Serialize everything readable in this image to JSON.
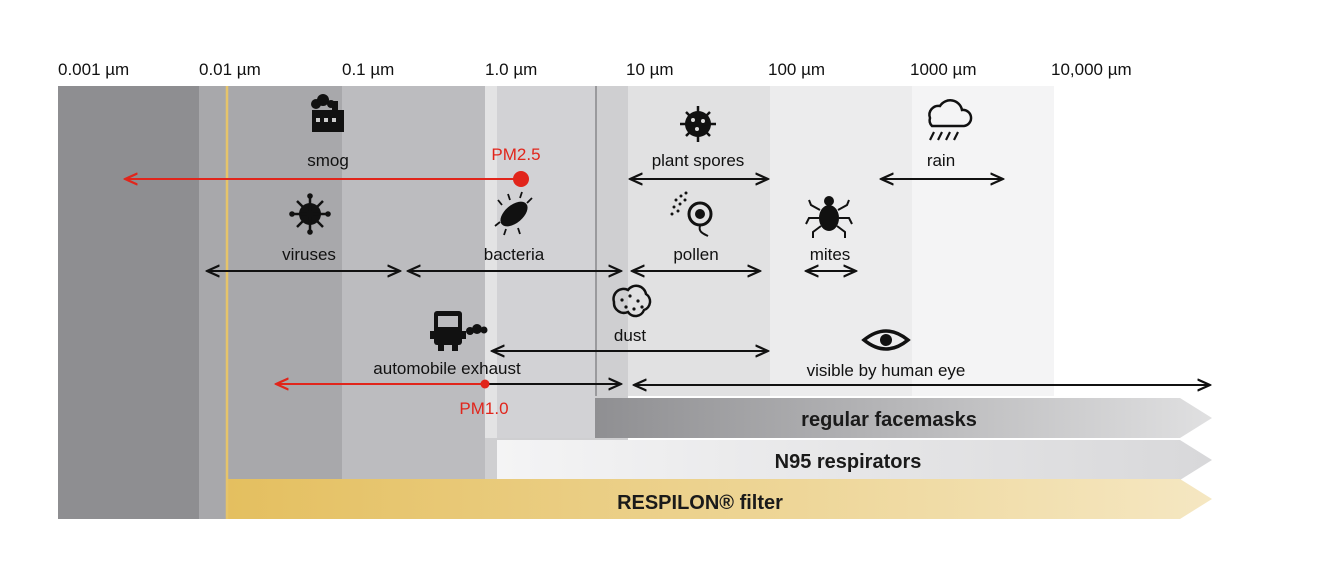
{
  "scale": {
    "ticks": [
      "0.001 µm",
      "0.01 µm",
      "0.1 µm",
      "1.0 µm",
      "10 µm",
      "100 µm",
      "1000 µm",
      "10,000 µm"
    ]
  },
  "particles": {
    "smog": "smog",
    "plant_spores": "plant spores",
    "rain": "rain",
    "viruses": "viruses",
    "bacteria": "bacteria",
    "pollen": "pollen",
    "mites": "mites",
    "dust": "dust",
    "automobile_exhaust": "automobile exhaust",
    "visible_by_human_eye": "visible by human eye"
  },
  "markers": {
    "pm25": "PM2.5",
    "pm10": "PM1.0"
  },
  "filters": {
    "regular_facemasks": "regular facemasks",
    "n95_respirators": "N95 respirators",
    "respilon": "RESPILON® filter"
  },
  "colors": {
    "band1": "#8e8e91",
    "band2": "#a8a8ab",
    "band3": "#bcbcbf",
    "band4": "#cfcfd1",
    "band5": "#e1e1e2",
    "band6": "#ececed",
    "band7": "#f4f4f5",
    "accent_red": "#e1251b",
    "respilon_gold": "#e6c46a"
  }
}
